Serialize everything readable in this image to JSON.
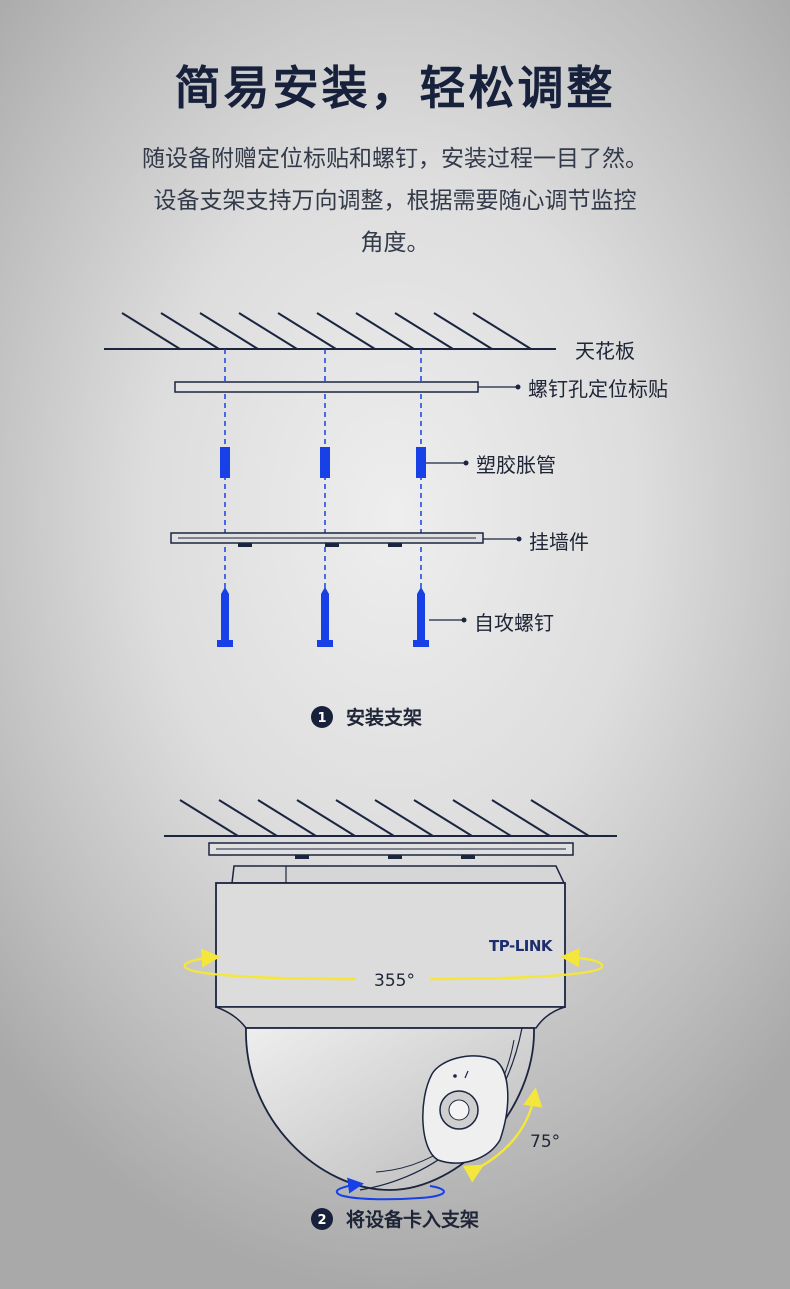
{
  "header": {
    "title": "简易安装，轻松调整",
    "description_lines": [
      "随设备附赠定位标贴和螺钉，安装过程一目了然。",
      "设备支架支持万向调整，根据需要随心调节监控",
      "角度。"
    ]
  },
  "step1": {
    "number": "1",
    "label": "安装支架",
    "callouts": {
      "ceiling": "天花板",
      "sticker": "螺钉孔定位标贴",
      "anchor": "塑胶胀管",
      "bracket": "挂墙件",
      "screw": "自攻螺钉"
    }
  },
  "step2": {
    "number": "2",
    "label": "将设备卡入支架",
    "brand": "TP-LINK",
    "pan_angle": "355°",
    "tilt_angle": "75°"
  },
  "colors": {
    "line": "#1b2540",
    "accent_blue": "#1740e6",
    "arrow_yellow": "#f4e63a"
  }
}
